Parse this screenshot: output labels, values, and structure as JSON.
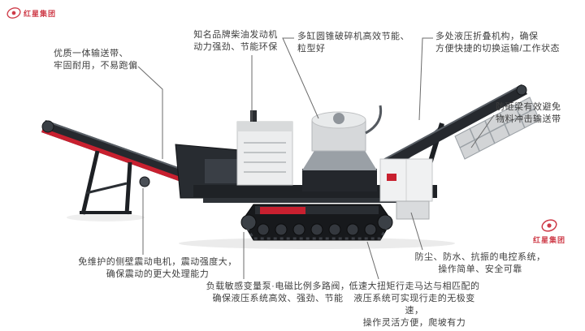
{
  "watermark": {
    "text": "红星集团"
  },
  "callouts": {
    "belt": {
      "text": "优质一体输送带、\n牢固耐用，不易跑偏"
    },
    "engine": {
      "text": "知名品牌柴油发动机\n动力强劲、节能环保"
    },
    "cone": {
      "text": "多缸圆锥破碎机高效节能、\n粒型好"
    },
    "fold": {
      "text": "多处液压折叠机构，确保\n方便快捷的切换运输/工作状态"
    },
    "grid": {
      "text": "防砸梁有效避免\n物料冲击输送带"
    },
    "vibration": {
      "text": "免维护的侧壁震动电机，震动强度大，\n确保震动的更大处理能力"
    },
    "pump": {
      "text": "负载敏感变量泵·电磁比例多路阀，\n确保液压系统高效、强劲、节能"
    },
    "travel": {
      "text": "低速大扭矩行走马达与相匹配的\n液压系统可实现行走的无极变速，\n操作灵活方便，爬坡有力"
    },
    "electric": {
      "text": "防尘、防水、抗振的电控系统，\n操作简单、安全可靠"
    }
  },
  "colors": {
    "accent_red": "#c8202f",
    "machine_dark": "#26292e",
    "machine_light": "#ecedee",
    "leader_line": "#6b6b6b",
    "text": "#3e3e3e"
  }
}
